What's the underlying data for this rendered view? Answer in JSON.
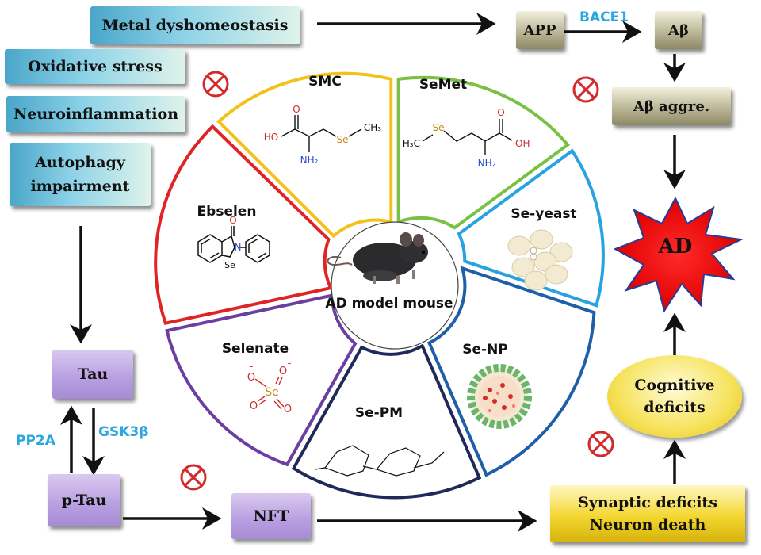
{
  "causes": {
    "metal": "Metal dyshomeostasis",
    "oxidative": "Oxidative stress",
    "inflammation": "Neuroinflammation",
    "autophagy_line1": "Autophagy",
    "autophagy_line2": "impairment"
  },
  "amyloid": {
    "app": "APP",
    "bace1": "BACE1",
    "abeta": "Aβ",
    "aggre": "Aβ aggre."
  },
  "outcome": {
    "ad": "AD",
    "cognitive_line1": "Cognitive",
    "cognitive_line2": "deficits",
    "synaptic_line1": "Synaptic deficits",
    "synaptic_line2": "Neuron death"
  },
  "tau": {
    "tau": "Tau",
    "ptau": "p-Tau",
    "nft": "NFT",
    "pp2a": "PP2A",
    "gsk3b": "GSK3β"
  },
  "wheel": {
    "center_label": "AD model mouse",
    "segments": [
      "SMC",
      "SeMet",
      "Se-yeast",
      "Se-NP",
      "Se-PM",
      "Selenate",
      "Ebselen"
    ]
  },
  "chem": {
    "smc_ho": "HO",
    "smc_o": "O",
    "smc_nh2": "NH₂",
    "smc_se": "Se",
    "smc_ch3": "CH₃",
    "semet_h3c": "H₃C",
    "semet_se": "Se",
    "semet_o": "O",
    "semet_oh": "OH",
    "semet_nh2": "NH₂",
    "ebselen_o": "O",
    "ebselen_n": "N",
    "ebselen_se": "Se",
    "selenate_o1": "O",
    "selenate_minus1": "-",
    "selenate_o2": "O",
    "selenate_minus2": "-",
    "selenate_se": "Se",
    "selenate_o3": "O",
    "selenate_o4": "O"
  },
  "colors": {
    "smc": "#f2c21b",
    "semet": "#7ac143",
    "seyeast": "#29a3e0",
    "senp": "#1f5fa8",
    "sepm": "#1f2a5a",
    "selenate": "#6a3fa0",
    "ebselen": "#e02424",
    "inhibit": "#d22b2b"
  },
  "icons": [
    "inhibit-icon",
    "mouse-icon",
    "tablet-icon",
    "nanoparticle-icon",
    "starburst-icon"
  ]
}
